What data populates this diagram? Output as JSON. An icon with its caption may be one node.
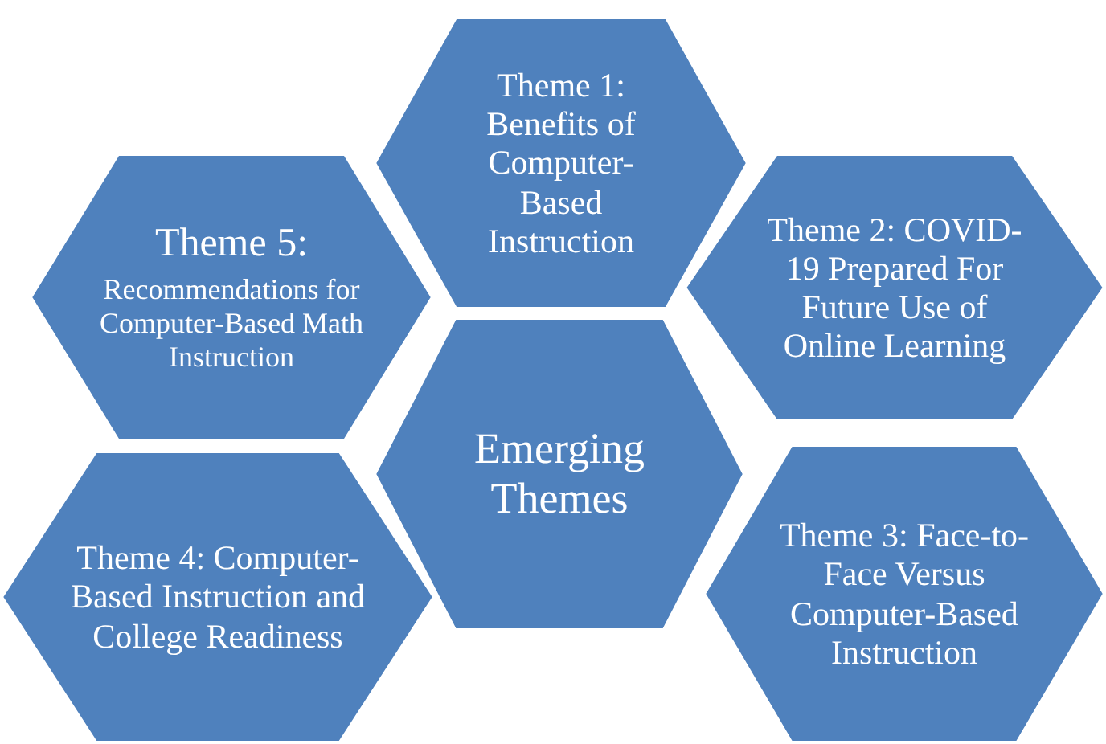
{
  "diagram": {
    "nodes": [
      {
        "text": [
          "Emerging Themes"
        ]
      },
      {
        "text": [
          "Theme 1: Benefits of Computer-Based Instruction"
        ]
      },
      {
        "text": [
          "Theme 2: COVID-19 Prepared For Future Use of Online Learning"
        ]
      },
      {
        "text": [
          "Theme 3: Face-to-Face Versus Computer-Based Instruction"
        ]
      },
      {
        "text": [
          "Theme 4: Computer-Based Instruction and College Readiness"
        ]
      },
      {
        "text": [
          "Theme 5:",
          "Recommendations for Computer-Based Math Instruction"
        ]
      }
    ]
  }
}
